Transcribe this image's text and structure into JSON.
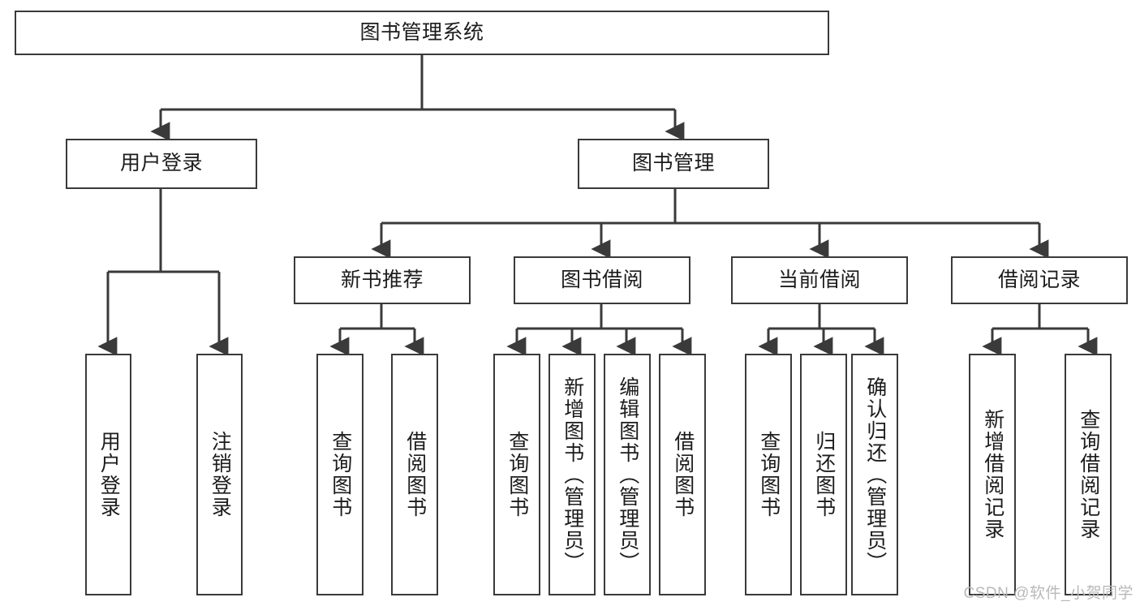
{
  "diagram": {
    "title": "图书管理系统",
    "type": "tree-hierarchy-diagram",
    "colors": {
      "box_border": "#3a3a3a",
      "box_fill": "#ffffff",
      "connector": "#3a3a3a",
      "text": "#1c1c1c",
      "watermark": "#b9b9b9",
      "background": "#ffffff"
    },
    "root": {
      "label": "图书管理系统"
    },
    "level2": [
      {
        "label": "用户登录"
      },
      {
        "label": "图书管理"
      }
    ],
    "level3": [
      {
        "label": "新书推荐"
      },
      {
        "label": "图书借阅"
      },
      {
        "label": "当前借阅"
      },
      {
        "label": "借阅记录"
      }
    ],
    "leaves": {
      "user_login": [
        {
          "label": "用户登录"
        },
        {
          "label": "注销登录"
        }
      ],
      "new_book_recommend": [
        {
          "label": "查询图书"
        },
        {
          "label": "借阅图书"
        }
      ],
      "book_borrow": [
        {
          "label": "查询图书"
        },
        {
          "label": "新增图书（管理员）"
        },
        {
          "label": "编辑图书（管理员）"
        },
        {
          "label": "借阅图书"
        }
      ],
      "current_borrow": [
        {
          "label": "查询图书"
        },
        {
          "label": "归还图书"
        },
        {
          "label": "确认归还（管理员）"
        }
      ],
      "borrow_record": [
        {
          "label": "新增借阅记录"
        },
        {
          "label": "查询借阅记录"
        }
      ]
    }
  },
  "watermark": {
    "text": "CSDN @软件_小贺同学"
  }
}
